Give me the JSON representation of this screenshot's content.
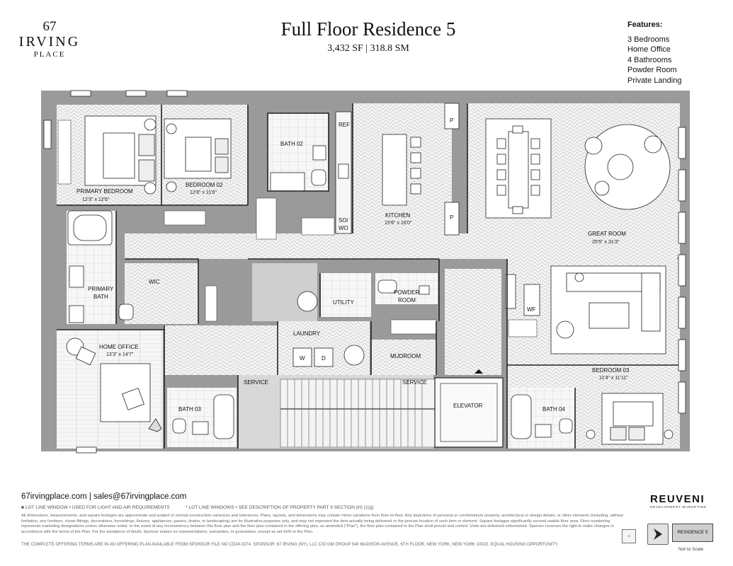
{
  "brand": {
    "number": "67",
    "name_line1": "IRVING",
    "name_line2": "PLACE"
  },
  "title": {
    "main": "Full Floor Residence 5",
    "sub": "3,432 SF | 318.8 SM"
  },
  "features": {
    "heading": "Features:",
    "items": [
      "3 Bedrooms",
      "Home Office",
      "4 Bathrooms",
      "Powder Room",
      "Private Landing"
    ]
  },
  "rooms": {
    "primary_bedroom": {
      "name": "PRIMARY BEDROOM",
      "dims": "12'3\" x 12'6\""
    },
    "bedroom_02": {
      "name": "BEDROOM 02",
      "dims": "12'8\" x 11'6\""
    },
    "bath_02": "BATH 02",
    "ref": "REF",
    "so_wo": [
      "SO/",
      "WO"
    ],
    "kitchen": {
      "name": "KITCHEN",
      "dims": "15'6\" x 16'0\""
    },
    "pantry": "P",
    "great_room": {
      "name": "GREAT ROOM",
      "dims": "25'5\" x 31'3\""
    },
    "primary_bath": [
      "PRIMARY",
      "BATH"
    ],
    "wic": "WIC",
    "utility": "UTILITY",
    "powder_room": [
      "POWDER",
      "ROOM"
    ],
    "wf": "WF",
    "laundry": "LAUNDRY",
    "washer": "W",
    "dryer": "D",
    "home_office": {
      "name": "HOME OFFICE",
      "dims": "13'3\" x 14'7\""
    },
    "mudroom": "MUDROOM",
    "service_left": "SERVICE",
    "service_right": "SERVICE",
    "bedroom_03": {
      "name": "BEDROOM 03",
      "dims": "11'4\" x 11'11\""
    },
    "bath_03": "BATH 03",
    "elevator": "ELEVATOR",
    "bath_04": "BATH 04"
  },
  "footer": {
    "contact": "67irvingplace.com  |  sales@67irvingplace.com",
    "lotline_note": "■ LOT LINE WINDOW • USED FOR LIGHT AND AIR REQUIREMENTS",
    "lotline_note2": "* LOT LINE WINDOWS • SEE DESCRIPTION OF PROPERTY PART II SECTION (H) (1)(j)",
    "legal": "All dimensions, measurements, and square footages are approximate and subject to normal construction variances and tolerances. Plans, layouts, and dimensions may contain minor variations from floor-to-floor. Any depictions of personal or condominium property, architectural or design details, or other elements (including, without limitation, any furniture, closet fittings, decorations, furnishings, fixtures, appliances, pavers, drains, or landscaping) are for illustrative purposes only, and may not represent the item actually being delivered or the precise location of such item or element. Square footages significantly exceed usable floor area. Floor numbering represents marketing designations unless otherwise noted. In the event of any inconsistency between this floor plan and the floor plan contained in the offering plan, as amended (\"Plan\"), the floor plan contained in the Plan shall prevail and control. Units are delivered unfurnished. Sponsor reserves the right to make changes in accordance with the terms of the Plan. For the avoidance of doubt, Sponsor makes no representations, warranties, or guarantees, except as set forth in the Plan.",
    "offering": "THE COMPLETE OFFERING TERMS ARE IN AN OFFERING PLAN AVAILABLE FROM SPONSOR FILE NO CD24-0274. SPONSOR: 67 IRVING (NY), LLC C/O GM GROUP 540 MADISON AVENUE, 6TH FLOOR, NEW YORK, NEW YORK 10022. EQUAL HOUSING OPPORTUNITY.",
    "agency": "REUVENI",
    "agency_sub": "DEVELOPMENT MARKETING",
    "residence_badge": "RESIDENCE 5",
    "not_to_scale": "Not to Scale"
  },
  "colors": {
    "wall": "#9a9a9a",
    "floor_light": "#f3f3f3",
    "core": "#cfcfcf",
    "line": "#222222"
  }
}
